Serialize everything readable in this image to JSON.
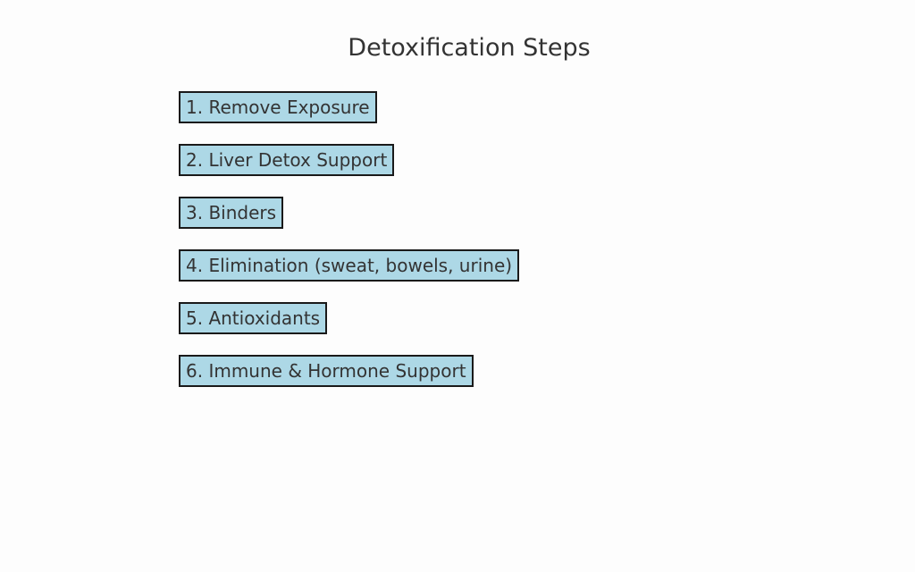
{
  "title": "Detoxification Steps",
  "steps": [
    "1. Remove Exposure",
    "2. Liver Detox Support",
    "3. Binders",
    "4. Elimination (sweat, bowels, urine)",
    "5. Antioxidants",
    "6. Immune & Hormone Support"
  ],
  "colors": {
    "box_fill": "#add8e6",
    "box_border": "#1a1a1a",
    "text": "#333333"
  }
}
